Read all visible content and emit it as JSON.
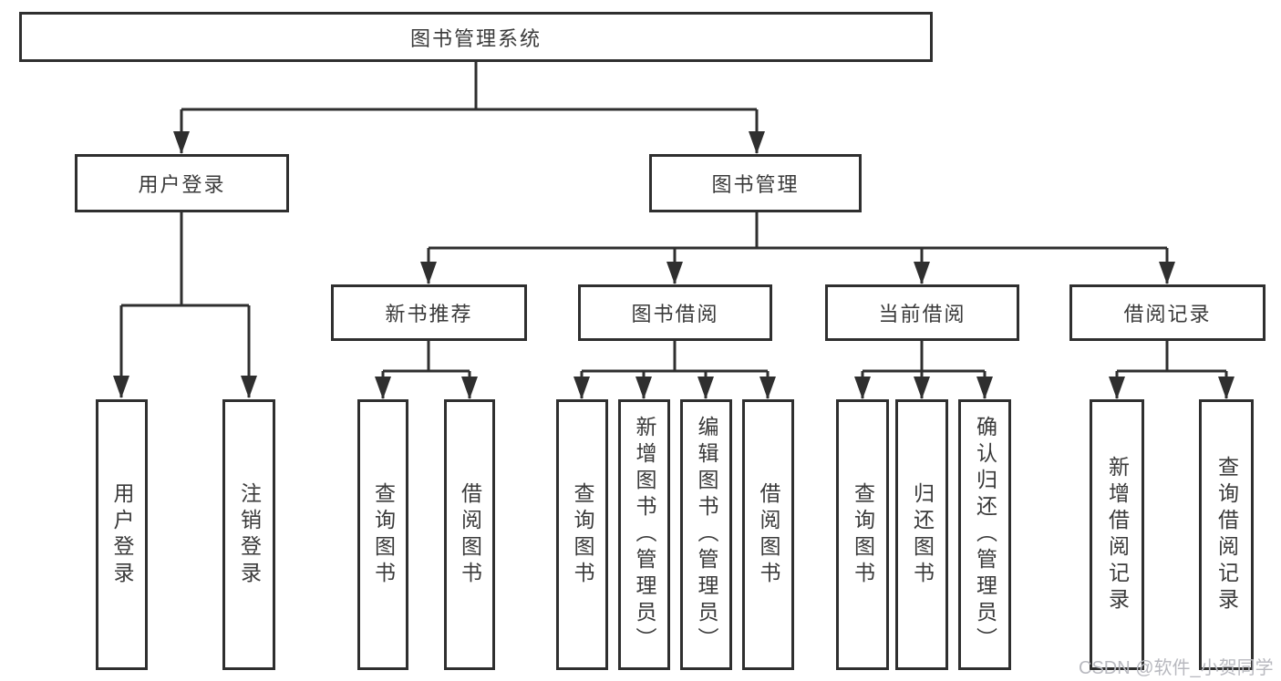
{
  "tree": {
    "root": {
      "label": "图书管理系统"
    },
    "branches": [
      {
        "label": "用户登录",
        "children": [
          {
            "label": "用户登录"
          },
          {
            "label": "注销登录"
          }
        ]
      },
      {
        "label": "图书管理",
        "children": [
          {
            "label": "新书推荐",
            "children": [
              {
                "label": "查询图书"
              },
              {
                "label": "借阅图书"
              }
            ]
          },
          {
            "label": "图书借阅",
            "children": [
              {
                "label": "查询图书"
              },
              {
                "label": "新增图书（管理员）"
              },
              {
                "label": "编辑图书（管理员）"
              },
              {
                "label": "借阅图书"
              }
            ]
          },
          {
            "label": "当前借阅",
            "children": [
              {
                "label": "查询图书"
              },
              {
                "label": "归还图书"
              },
              {
                "label": "确认归还（管理员）"
              }
            ]
          },
          {
            "label": "借阅记录",
            "children": [
              {
                "label": "新增借阅记录"
              },
              {
                "label": "查询借阅记录"
              }
            ]
          }
        ]
      }
    ]
  },
  "watermark": {
    "text": "CSDN @软件_小贺同学"
  },
  "colors": {
    "line": "#2f2f2f",
    "text": "#3a3a3a",
    "watermark": "#b8b9bf",
    "background": "#ffffff"
  }
}
